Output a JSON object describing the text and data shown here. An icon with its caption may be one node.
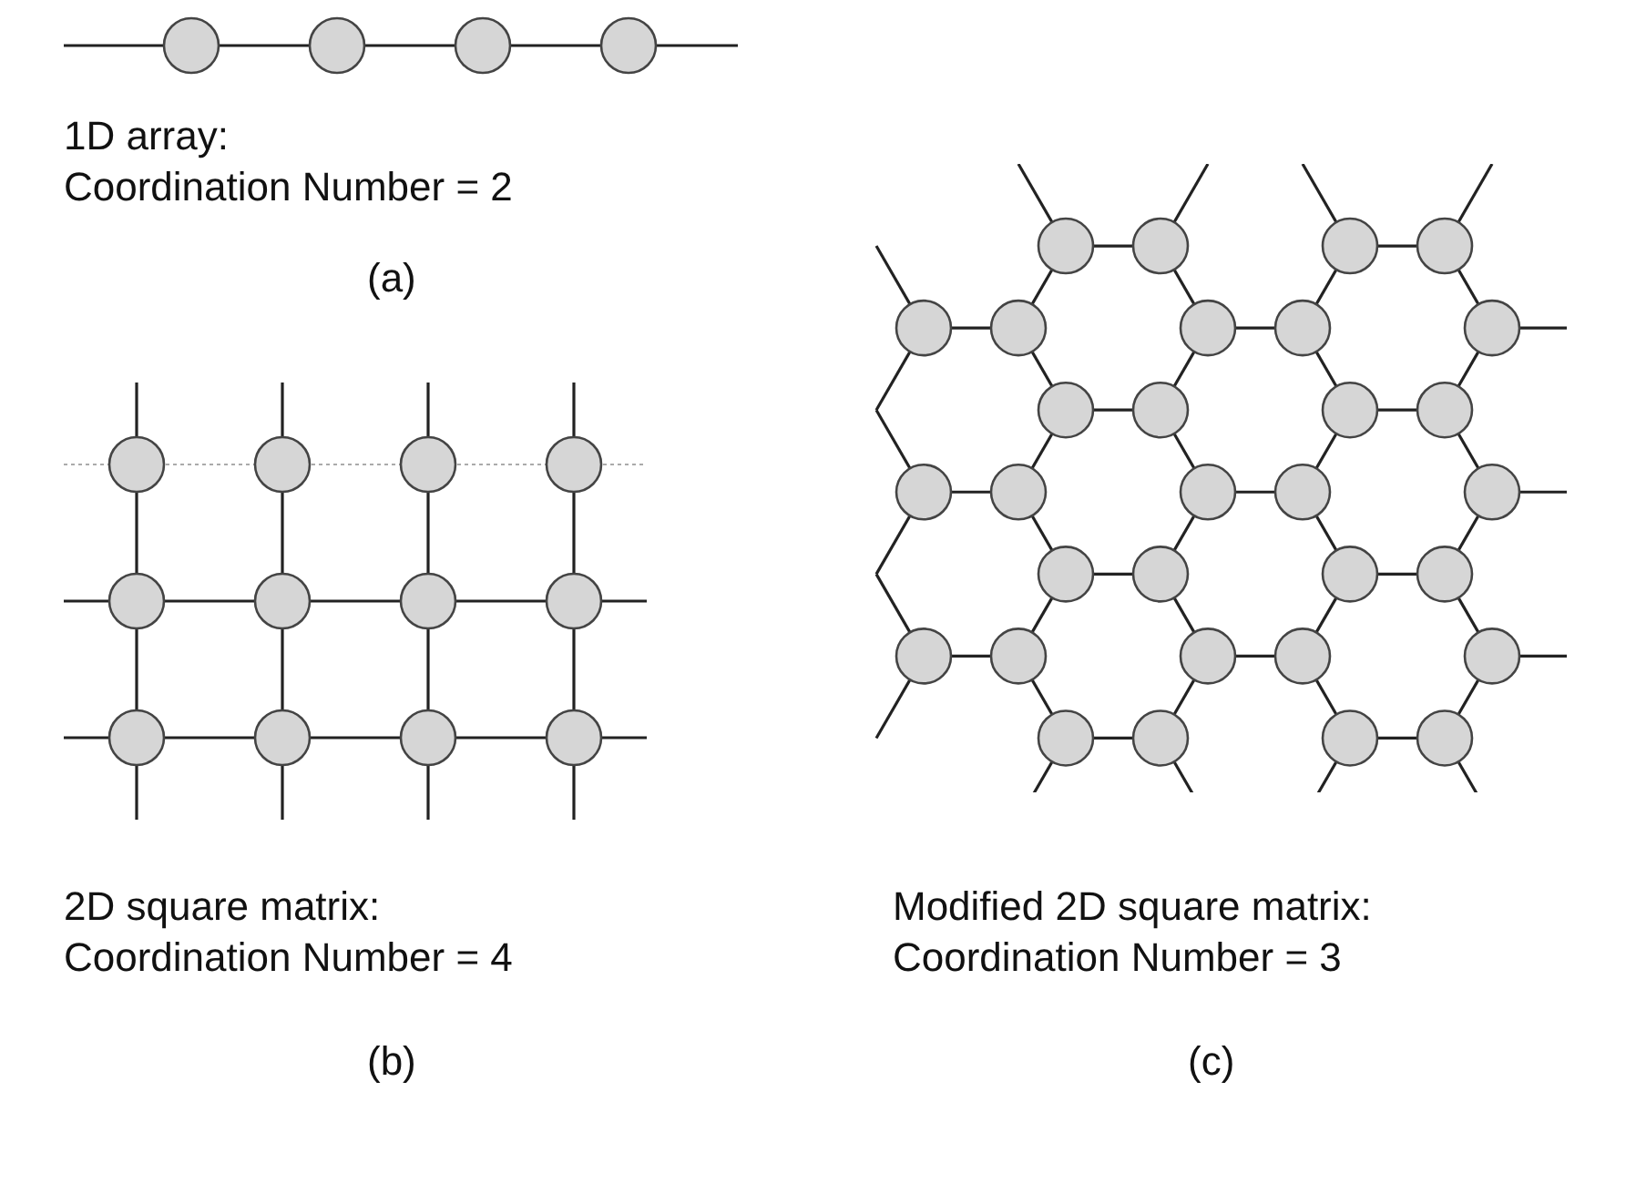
{
  "diagram": {
    "labels": [
      "1D array:",
      "Coordination Number = 2",
      "(a)",
      "2D square matrix:",
      "Coordination Number = 4",
      "(b)",
      "Modified 2D square matrix:",
      "Coordination Number = 3",
      "(c)"
    ]
  }
}
